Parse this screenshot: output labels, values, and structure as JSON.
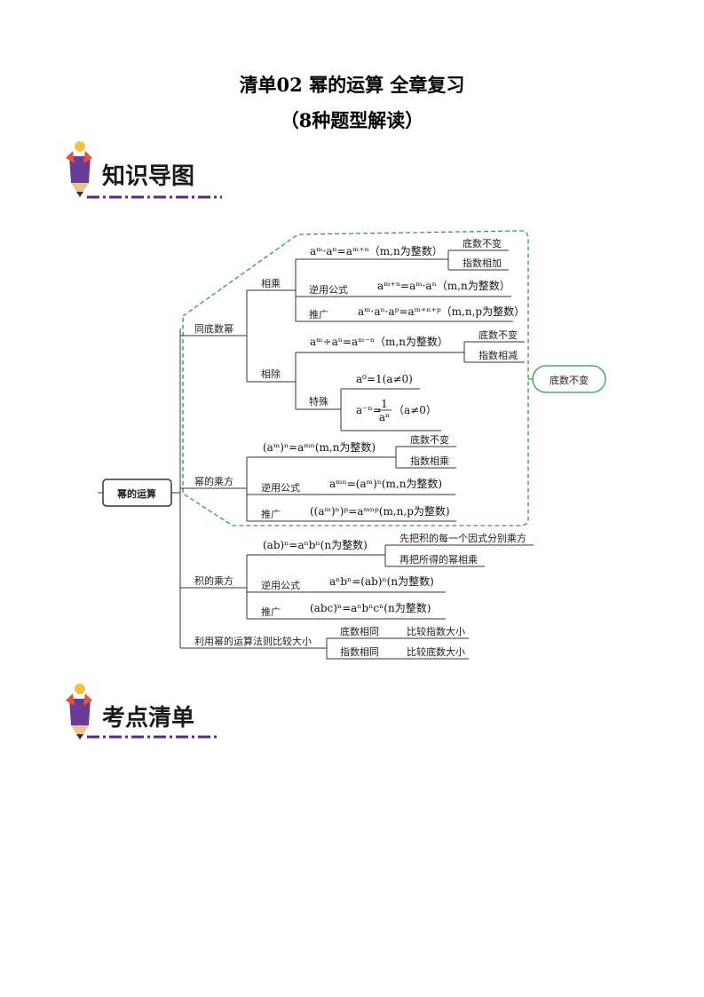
{
  "title": "清单02  幂的运算  全章复习",
  "subtitle": "（8种题型解读）",
  "sections": {
    "map": "知识导图",
    "points": "考点清单"
  },
  "mindmap": {
    "root": "幂的运算",
    "n_tongdishu": "同底数幂",
    "n_xiangcheng": "相乘",
    "f_mult": "aᵐ·aⁿ=aᵐ⁺ⁿ（m,n为整数）",
    "r_dishu_bubian_1": "底数不变",
    "r_zhishu_xiangjia": "指数相加",
    "n_niyong_1": "逆用公式",
    "f_mult_inv": "aᵐ⁺ⁿ=aᵐ·aⁿ（m,n为整数）",
    "n_tuiguang_1": "推广",
    "f_mult_ext": "aᵐ·aⁿ·aᵖ=aᵐ⁺ⁿ⁺ᵖ（m,n,p为整数）",
    "n_xiangchu": "相除",
    "f_div": "aᵐ÷aⁿ=aᵐ⁻ⁿ（m,n为整数）",
    "r_dishu_bubian_2": "底数不变",
    "r_zhishu_xiangjian": "指数相减",
    "n_teshu": "特殊",
    "f_zero": "a⁰=1(a≠0)",
    "f_neg_lhs": "a⁻ⁿ=",
    "f_neg_num": "1",
    "f_neg_den": "aⁿ",
    "f_neg_cond": "（a≠0）",
    "callout": "底数不变",
    "n_mi_chengfang": "幂的乘方",
    "f_pow": "(aᵐ)ⁿ=aᵐⁿ(m,n为整数)",
    "r_dishu_bubian_3": "底数不变",
    "r_zhishu_xiangcheng": "指数相乘",
    "n_niyong_2": "逆用公式",
    "f_pow_inv": "aᵐⁿ=(aᵐ)ⁿ(m,n为整数)",
    "n_tuiguang_2": "推广",
    "f_pow_ext": "((aᵐ)ⁿ)ᵖ=aᵐⁿᵖ(m,n,p为整数)",
    "n_ji_chengfang": "积的乘方",
    "f_prod": "(ab)ⁿ=aⁿbⁿ(n为整数)",
    "r_prod_1": "先把积的每一个因式分别乘方",
    "r_prod_2": "再把所得的幂相乘",
    "n_niyong_3": "逆用公式",
    "f_prod_inv": "aⁿbⁿ=(ab)ⁿ(n为整数)",
    "n_tuiguang_3": "推广",
    "f_prod_ext": "(abc)ⁿ=aⁿbⁿcⁿ(n为整数)",
    "n_bijiao": "利用幂的运算法则比较大小",
    "c_dishu_xiangtong": "底数相同",
    "c_bijiao_zhishu": "比较指数大小",
    "c_zhishu_xiangtong": "指数相同",
    "c_bijiao_dishu": "比较底数大小"
  },
  "colors": {
    "line": "#333333",
    "dash": "#2e9e4e",
    "banner_purple": "#5a2a82"
  }
}
